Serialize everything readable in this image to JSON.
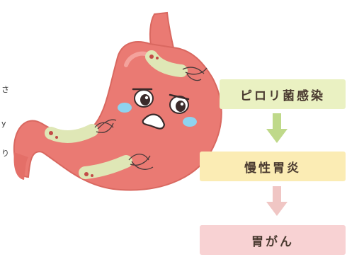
{
  "side_fragments": [
    "さ",
    "y",
    "り"
  ],
  "flow": {
    "steps": [
      {
        "label": "ピロリ菌感染",
        "color": "#eaf1c2"
      },
      {
        "label": "慢性胃炎",
        "color": "#fbecb4"
      },
      {
        "label": "胃がん",
        "color": "#f8d2d3"
      }
    ],
    "arrow_colors": [
      "#bfd98a",
      "#f0c6c4"
    ]
  },
  "illustration": {
    "stomach_color": "#ea7a73",
    "bacteria_color": "#dfe7b6",
    "cheek_color": "#8fd3ef"
  }
}
